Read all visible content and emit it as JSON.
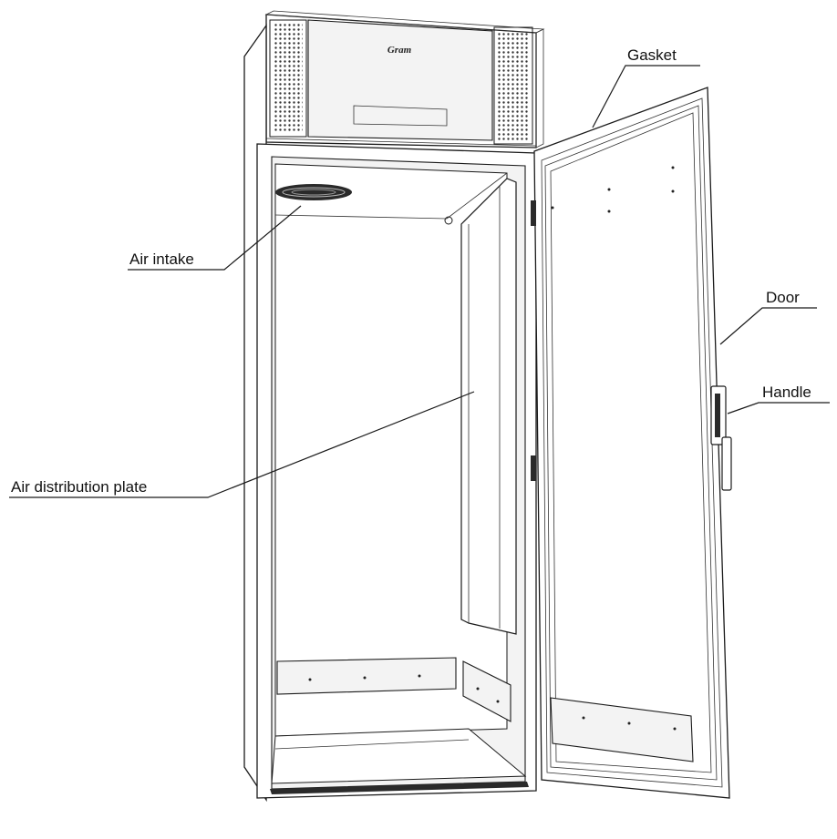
{
  "diagram": {
    "brand_mark": "Gram",
    "labels": {
      "gasket": "Gasket",
      "door": "Door",
      "handle": "Handle",
      "air_intake": "Air intake",
      "air_distribution_plate": "Air distribution plate"
    }
  }
}
